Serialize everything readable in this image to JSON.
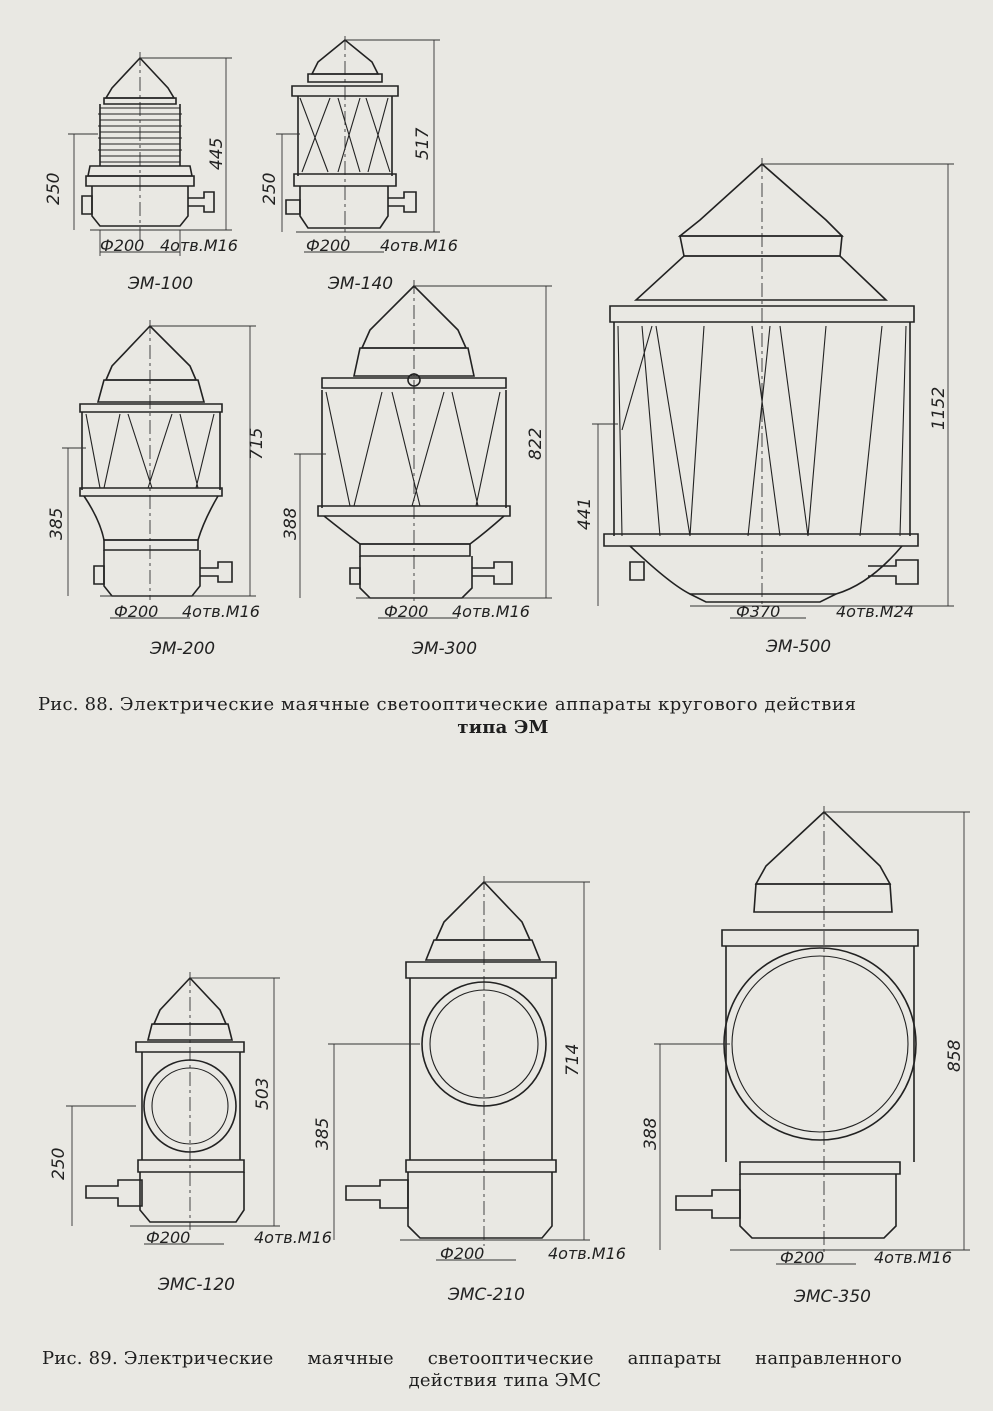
{
  "figure88": {
    "models": [
      {
        "name": "ЭМ-100",
        "height": "445",
        "base_height": "250",
        "diameter": "Ф200",
        "holes": "4отв.М16"
      },
      {
        "name": "ЭМ-140",
        "height": "517",
        "base_height": "250",
        "diameter": "Ф200",
        "holes": "4отв.М16"
      },
      {
        "name": "ЭМ-200",
        "height": "715",
        "base_height": "385",
        "diameter": "Ф200",
        "holes": "4отв.М16"
      },
      {
        "name": "ЭМ-300",
        "height": "822",
        "base_height": "388",
        "diameter": "Ф200",
        "holes": "4отв.М16"
      },
      {
        "name": "ЭМ-500",
        "height": "1152",
        "base_height": "441",
        "diameter": "Ф370",
        "holes": "4отв.М24"
      }
    ],
    "caption_prefix": "Рис.",
    "caption_number": "88.",
    "caption_line1": "Электрические маячные светооптические аппараты кругового действия",
    "caption_line2": "типа ЭМ"
  },
  "figure89": {
    "models": [
      {
        "name": "ЭМС-120",
        "height": "503",
        "base_height": "250",
        "diameter": "Ф200",
        "holes": "4отв.М16"
      },
      {
        "name": "ЭМС-210",
        "height": "714",
        "base_height": "385",
        "diameter": "Ф200",
        "holes": "4отв.М16"
      },
      {
        "name": "ЭМС-350",
        "height": "858",
        "base_height": "388",
        "diameter": "Ф200",
        "holes": "4отв.М16"
      }
    ],
    "caption_prefix": "Рис.",
    "caption_number": "89.",
    "caption_line1": "Электрические маячные светооптические аппараты направленного",
    "caption_line2": "действия типа ЭМС"
  }
}
